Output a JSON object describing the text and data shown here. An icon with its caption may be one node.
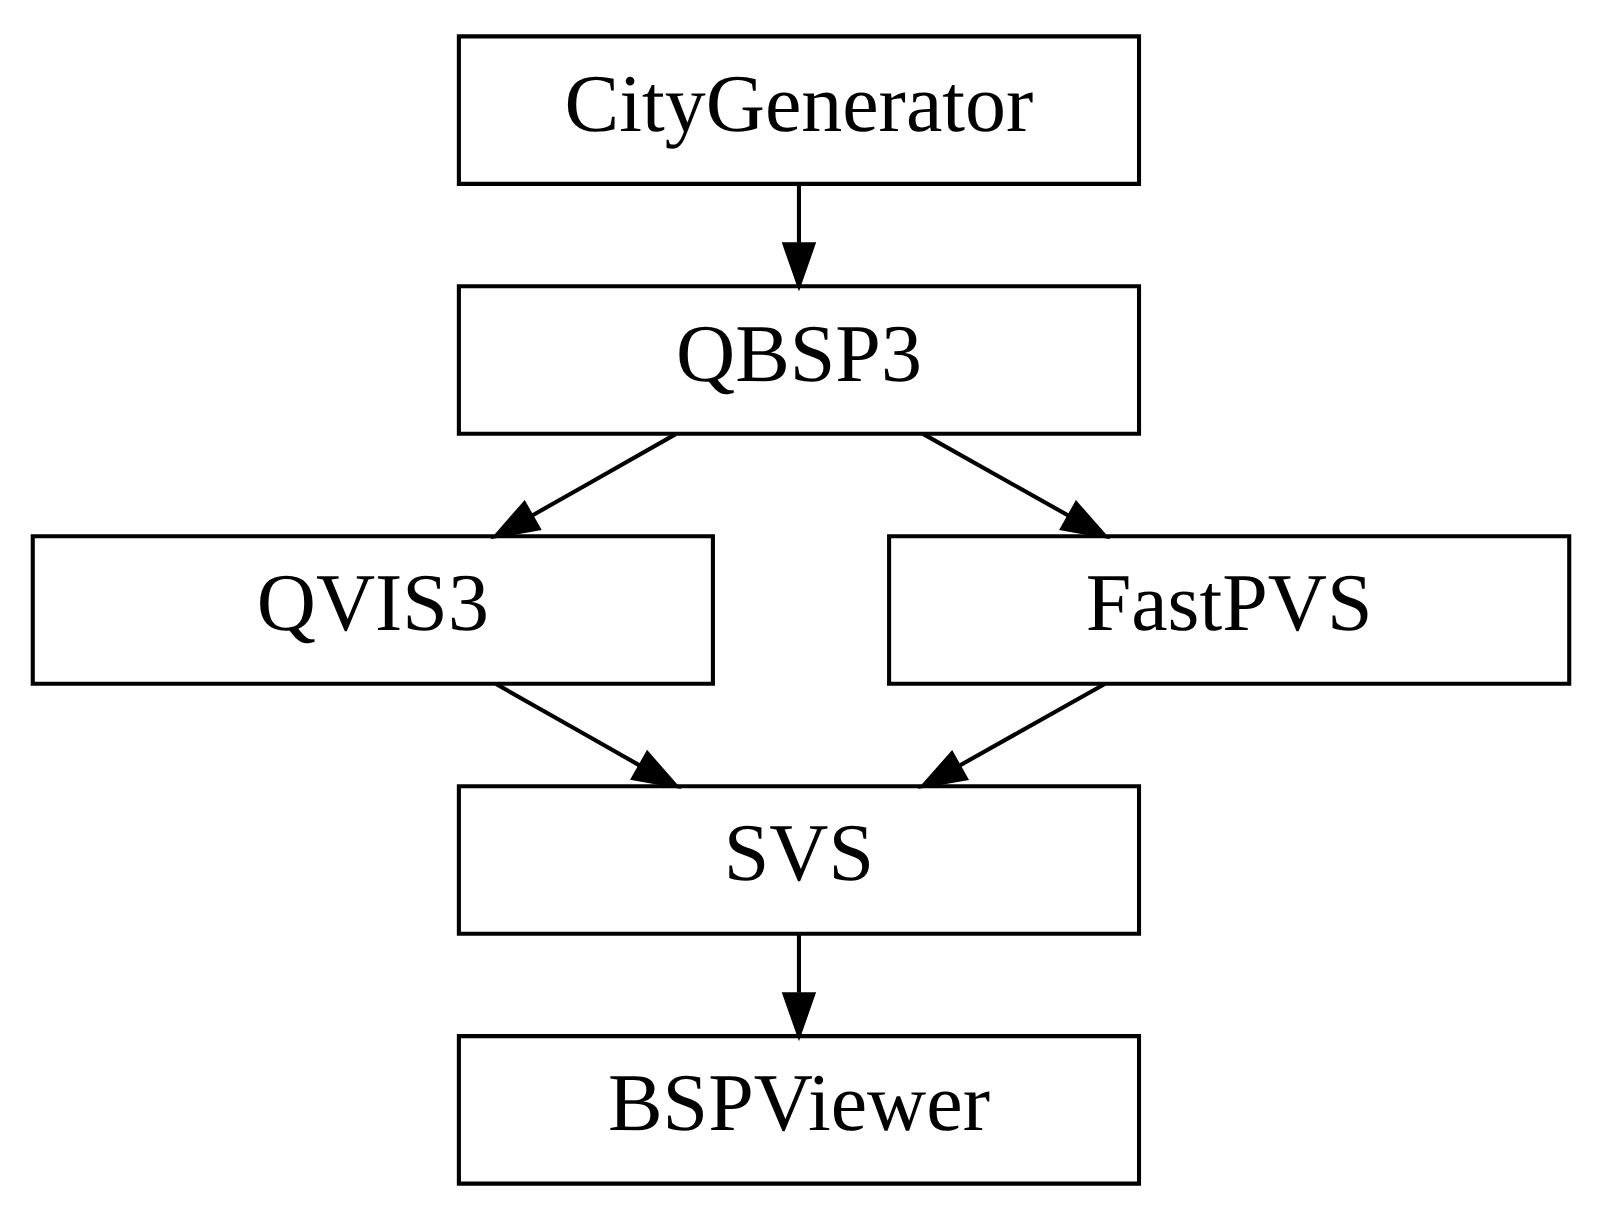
{
  "diagram": {
    "nodes": [
      {
        "text": [
          "CityGenerator"
        ]
      },
      {
        "text": [
          "QBSP3"
        ]
      },
      {
        "text": [
          "QVIS3"
        ]
      },
      {
        "text": [
          "FastPVS"
        ]
      },
      {
        "text": [
          "SVS"
        ]
      },
      {
        "text": [
          "BSPViewer"
        ]
      }
    ],
    "edges": [
      {
        "from": 0,
        "to": 1,
        "arrow": "to"
      },
      {
        "from": 1,
        "to": 2,
        "arrow": "to"
      },
      {
        "from": 1,
        "to": 3,
        "arrow": "to"
      },
      {
        "from": 2,
        "to": 4,
        "arrow": "to"
      },
      {
        "from": 3,
        "to": 4,
        "arrow": "to"
      },
      {
        "from": 4,
        "to": 5,
        "arrow": "to"
      }
    ]
  }
}
